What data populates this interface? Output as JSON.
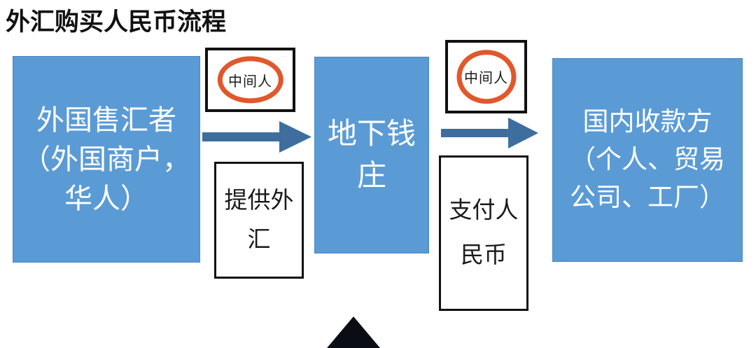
{
  "page": {
    "title": "外汇购买人民币流程",
    "background_color": "#ffffff"
  },
  "colors": {
    "actor_box_fill": "#5B9BD5",
    "actor_box_border": "#4A86C0",
    "actor_text": "#ffffff",
    "caption_border": "#111111",
    "caption_text": "#1a1a1a",
    "middleman_ellipse": "#E0582B",
    "arrow": "#3E6E9E",
    "title_text": "#111111",
    "triangle": "#0a0e14"
  },
  "diagram": {
    "type": "flow",
    "nodes": [
      {
        "id": "foreign-seller",
        "kind": "actor",
        "label": "外国售汇者（外国商户，华人）"
      },
      {
        "id": "middleman-1",
        "kind": "badge",
        "label": "中间人",
        "icon": "ellipse-highlight"
      },
      {
        "id": "provide-forex",
        "kind": "caption",
        "label": "提供外汇"
      },
      {
        "id": "underground-bank",
        "kind": "actor",
        "label": "地下钱庄"
      },
      {
        "id": "middleman-2",
        "kind": "badge",
        "label": "中间人",
        "icon": "ellipse-highlight"
      },
      {
        "id": "pay-rmb",
        "kind": "caption",
        "label": "支付人民币"
      },
      {
        "id": "domestic-receiver",
        "kind": "actor",
        "label": "国内收款方（个人、贸易公司、工厂）"
      }
    ],
    "edges": [
      {
        "id": "edge-1",
        "from": "foreign-seller",
        "to": "underground-bank",
        "icon": "arrow-right-icon"
      },
      {
        "id": "edge-2",
        "from": "underground-bank",
        "to": "domestic-receiver",
        "icon": "arrow-right-icon"
      }
    ],
    "marker": {
      "id": "bottom-marker",
      "icon": "triangle-up-icon"
    }
  }
}
